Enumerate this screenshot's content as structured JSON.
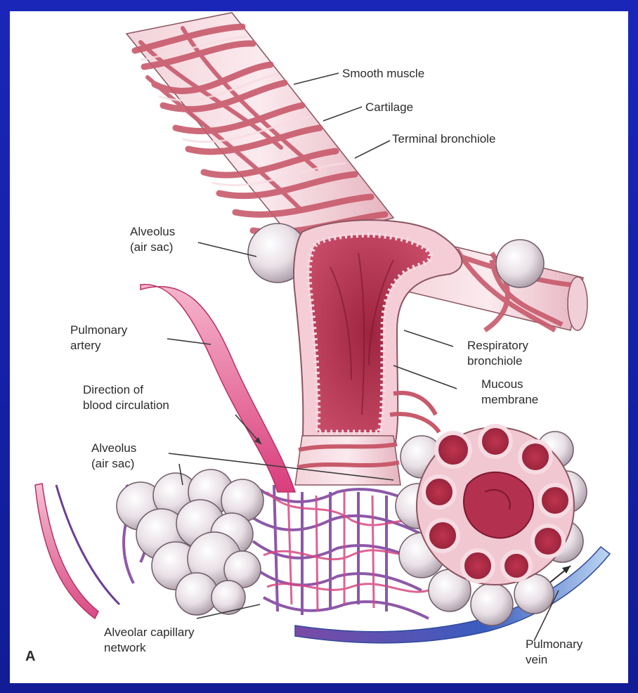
{
  "diagram": {
    "panel_letter": "A",
    "labels": {
      "smooth_muscle": "Smooth muscle",
      "cartilage": "Cartilage",
      "terminal_bronchiole": "Terminal bronchiole",
      "alveolus_top_l1": "Alveolus",
      "alveolus_top_l2": "(air sac)",
      "pulmonary_artery_l1": "Pulmonary",
      "pulmonary_artery_l2": "artery",
      "respiratory_bronchiole_l1": "Respiratory",
      "respiratory_bronchiole_l2": "bronchiole",
      "mucous_membrane_l1": "Mucous",
      "mucous_membrane_l2": "membrane",
      "direction_l1": "Direction of",
      "direction_l2": "blood circulation",
      "alveolus_bottom_l1": "Alveolus",
      "alveolus_bottom_l2": "(air sac)",
      "capillary_network_l1": "Alveolar capillary",
      "capillary_network_l2": "network",
      "pulmonary_vein_l1": "Pulmonary",
      "pulmonary_vein_l2": "vein"
    },
    "colors": {
      "slide_background": "#1520a6",
      "bronchiole_pink": "#e6a0b0",
      "muscle_band": "#d9707f",
      "lumen_dark": "#b03050",
      "artery": "#e04a88",
      "vein": "#2a5ab8",
      "alveolus_grey": "#e6dde3"
    }
  }
}
